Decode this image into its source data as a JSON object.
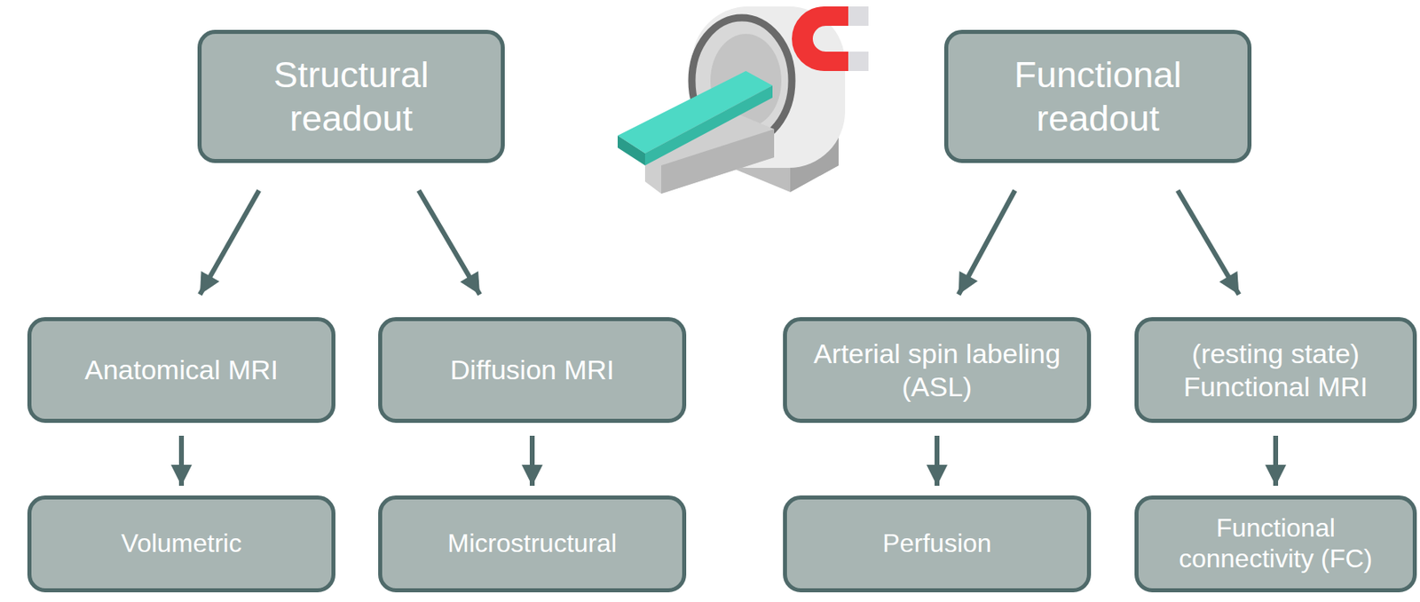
{
  "diagram": {
    "nodes": [
      {
        "text": [
          "Structural readout"
        ]
      },
      {
        "text": [
          "Functional readout"
        ]
      },
      {
        "text": [
          "Anatomical MRI"
        ]
      },
      {
        "text": [
          "Diffusion MRI"
        ]
      },
      {
        "text": [
          "Arterial spin labeling (ASL)"
        ]
      },
      {
        "text": [
          "(resting state) Functional MRI"
        ]
      },
      {
        "text": [
          "Volumetric"
        ]
      },
      {
        "text": [
          "Microstructural"
        ]
      },
      {
        "text": [
          "Perfusion"
        ]
      },
      {
        "text": [
          "Functional connectivity (FC)"
        ]
      }
    ],
    "edges": [
      {
        "from": 0,
        "to": 2,
        "arrow": "to"
      },
      {
        "from": 0,
        "to": 3,
        "arrow": "to"
      },
      {
        "from": 1,
        "to": 4,
        "arrow": "to"
      },
      {
        "from": 1,
        "to": 5,
        "arrow": "to"
      },
      {
        "from": 2,
        "to": 6,
        "arrow": "to"
      },
      {
        "from": 3,
        "to": 7,
        "arrow": "to"
      },
      {
        "from": 4,
        "to": 8,
        "arrow": "to"
      },
      {
        "from": 5,
        "to": 9,
        "arrow": "to"
      }
    ]
  }
}
